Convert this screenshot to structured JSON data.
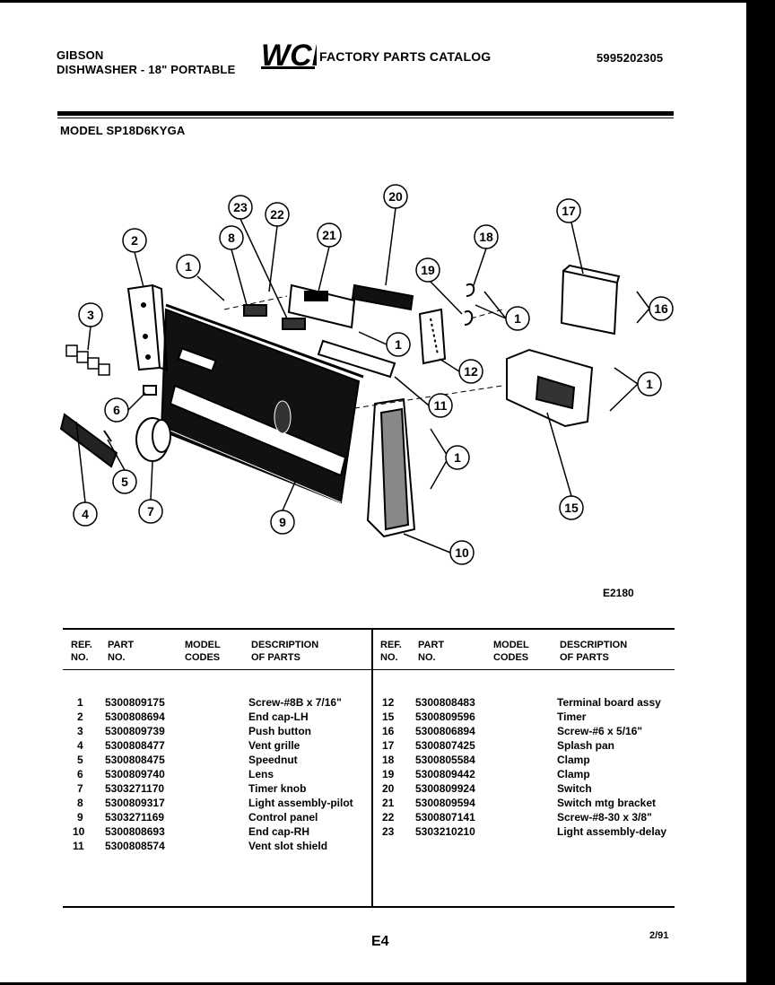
{
  "header": {
    "brand": "GIBSON",
    "product": "DISHWASHER - 18\" PORTABLE",
    "logo_text": "WCI",
    "catalog_title": "FACTORY PARTS CATALOG",
    "catalog_number": "5995202305",
    "model": "MODEL SP18D6KYGA"
  },
  "diagram": {
    "id": "E2180",
    "callouts": [
      "1",
      "2",
      "3",
      "4",
      "5",
      "6",
      "7",
      "8",
      "9",
      "10",
      "11",
      "12",
      "15",
      "16",
      "17",
      "18",
      "19",
      "20",
      "21",
      "22",
      "23",
      "1",
      "1",
      "1",
      "1"
    ]
  },
  "table": {
    "headers": {
      "ref1": "REF.",
      "ref2": "NO.",
      "part1": "PART",
      "part2": "NO.",
      "model1": "MODEL",
      "model2": "CODES",
      "desc1": "DESCRIPTION",
      "desc2": "OF PARTS"
    },
    "left": [
      {
        "ref": "1",
        "part": "5300809175",
        "desc": "Screw-#8B x 7/16\""
      },
      {
        "ref": "2",
        "part": "5300808694",
        "desc": "End cap-LH"
      },
      {
        "ref": "3",
        "part": "5300809739",
        "desc": "Push button"
      },
      {
        "ref": "4",
        "part": "5300808477",
        "desc": "Vent grille"
      },
      {
        "ref": "5",
        "part": "5300808475",
        "desc": "Speednut"
      },
      {
        "ref": "6",
        "part": "5300809740",
        "desc": "Lens"
      },
      {
        "ref": "7",
        "part": "5303271170",
        "desc": "Timer knob"
      },
      {
        "ref": "8",
        "part": "5300809317",
        "desc": "Light assembly-pilot"
      },
      {
        "ref": "9",
        "part": "5303271169",
        "desc": "Control panel"
      },
      {
        "ref": "10",
        "part": "5300808693",
        "desc": "End cap-RH"
      },
      {
        "ref": "11",
        "part": "5300808574",
        "desc": "Vent slot shield"
      }
    ],
    "right": [
      {
        "ref": "12",
        "part": "5300808483",
        "desc": "Terminal board assy"
      },
      {
        "ref": "15",
        "part": "5300809596",
        "desc": "Timer"
      },
      {
        "ref": "16",
        "part": "5300806894",
        "desc": "Screw-#6 x 5/16\""
      },
      {
        "ref": "17",
        "part": "5300807425",
        "desc": "Splash pan"
      },
      {
        "ref": "18",
        "part": "5300805584",
        "desc": "Clamp"
      },
      {
        "ref": "19",
        "part": "5300809442",
        "desc": "Clamp"
      },
      {
        "ref": "20",
        "part": "5300809924",
        "desc": "Switch"
      },
      {
        "ref": "21",
        "part": "5300809594",
        "desc": "Switch mtg bracket"
      },
      {
        "ref": "22",
        "part": "5300807141",
        "desc": "Screw-#8-30 x 3/8\""
      },
      {
        "ref": "23",
        "part": "5303210210",
        "desc": "Light assembly-delay"
      }
    ]
  },
  "footer": {
    "page": "E4",
    "date": "2/91"
  }
}
